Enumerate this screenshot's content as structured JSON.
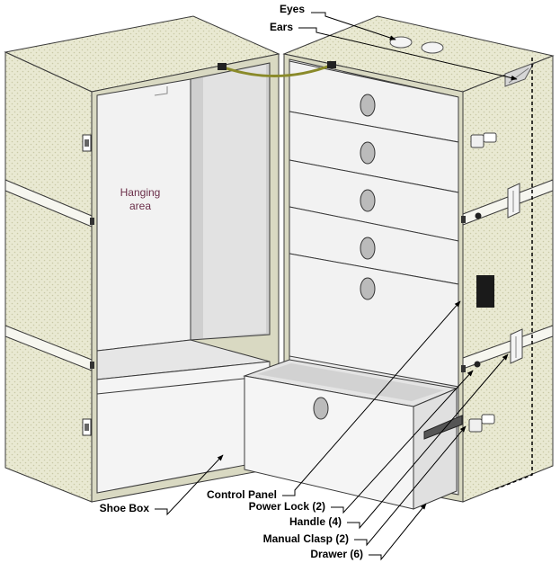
{
  "diagram": {
    "area_labels": {
      "hanging_area_line1": "Hanging",
      "hanging_area_line2": "area"
    },
    "callouts": {
      "eyes": "Eyes",
      "ears": "Ears",
      "control_panel": "Control Panel",
      "shoe_box": "Shoe Box",
      "power_lock": "Power Lock (2)",
      "handle": "Handle (4)",
      "manual_clasp": "Manual Clasp (2)",
      "drawer": "Drawer (6)"
    },
    "colors": {
      "trunk_texture": "#e9e9d2",
      "band": "#f6f6ef",
      "interior": "#eeeeee",
      "interior_shade": "#c8c8c8",
      "carry_strap": "#8a8a2a",
      "control_panel": "#1a1a1a"
    }
  }
}
